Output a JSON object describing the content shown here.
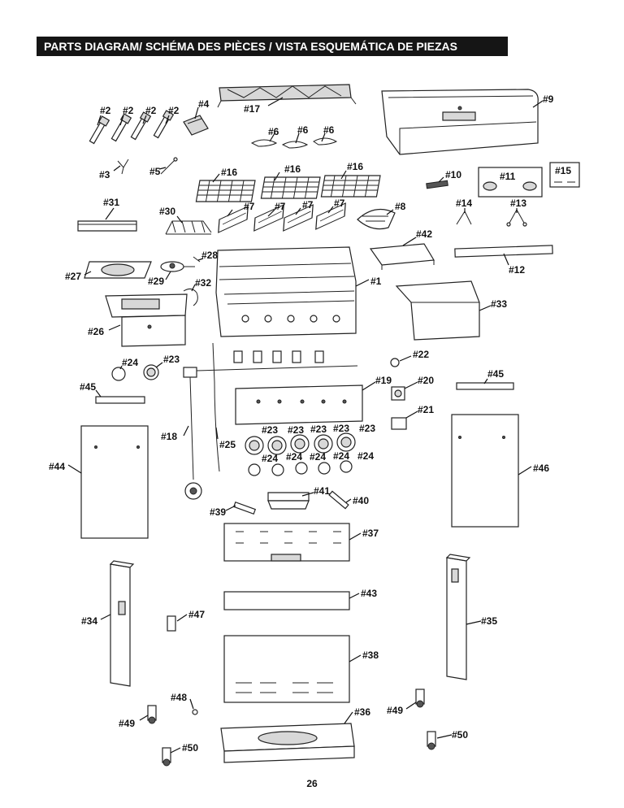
{
  "header": {
    "title": "PARTS DIAGRAM/ SCHÉMA DES PIÈCES / VISTA ESQUEMÁTICA DE PIEZAS"
  },
  "part_labels": {
    "p1": "#1",
    "p2": "#2",
    "p3": "#3",
    "p4": "#4",
    "p5": "#5",
    "p6": "#6",
    "p7": "#7",
    "p8": "#8",
    "p9": "#9",
    "p10": "#10",
    "p11": "#11",
    "p12": "#12",
    "p13": "#13",
    "p14": "#14",
    "p15": "#15",
    "p16": "#16",
    "p17": "#17",
    "p18": "#18",
    "p19": "#19",
    "p20": "#20",
    "p21": "#21",
    "p22": "#22",
    "p23": "#23",
    "p24": "#24",
    "p25": "#25",
    "p26": "#26",
    "p27": "#27",
    "p28": "#28",
    "p29": "#29",
    "p30": "#30",
    "p31": "#31",
    "p32": "#32",
    "p33": "#33",
    "p34": "#34",
    "p35": "#35",
    "p36": "#36",
    "p37": "#37",
    "p38": "#38",
    "p39": "#39",
    "p40": "#40",
    "p41": "#41",
    "p42": "#42",
    "p43": "#43",
    "p44": "#44",
    "p45": "#45",
    "p46": "#46",
    "p47": "#47",
    "p48": "#48",
    "p49": "#49",
    "p50": "#50"
  },
  "footer": {
    "page_number": "26"
  }
}
